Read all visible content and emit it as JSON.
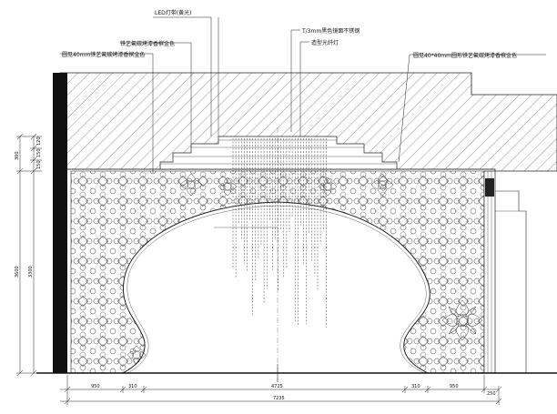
{
  "annotations": {
    "led": "LED灯带(黄光)",
    "stainless": "T/3mm黑色镜面不锈钢",
    "fiber": "造型光纤灯",
    "board": "铁艺氟碳烤漆香槟金色",
    "tube_40": "圆见40mm铁艺氟碳烤漆香槟金色",
    "tube_4040": "圆见40*40mm圆形铁艺氟碳烤漆香槟金色"
  },
  "dimensions": {
    "left_top_1": "120",
    "left_top_2": "150",
    "left_top_3": "150",
    "left_top_total": "300",
    "left_mid_total": "3300",
    "left_outer_total": "3600",
    "bottom_1": "950",
    "bottom_2": "310",
    "bottom_3": "4725",
    "bottom_4": "310",
    "bottom_5": "950",
    "bottom_6": "250",
    "bottom_total": "7235"
  }
}
